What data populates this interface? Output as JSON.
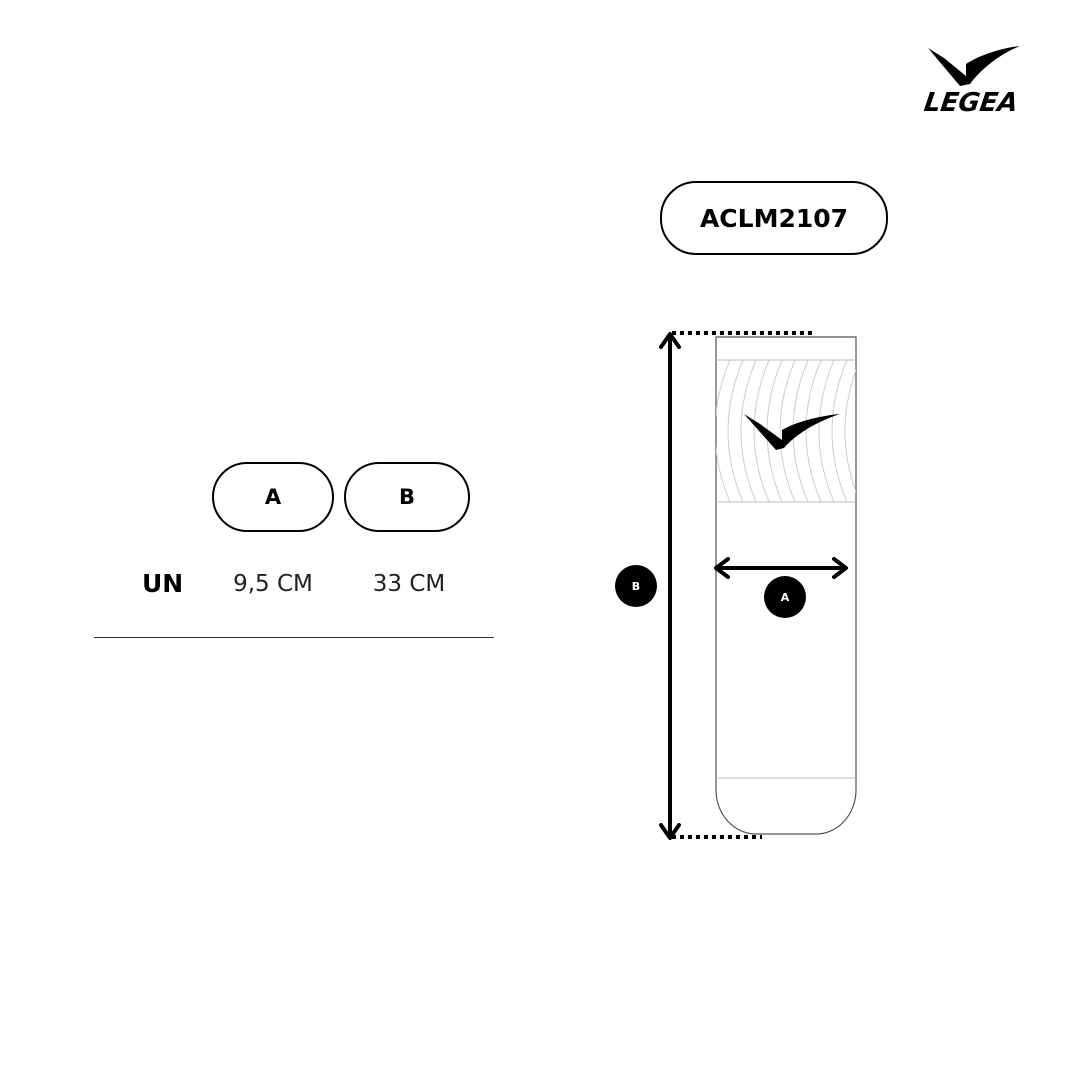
{
  "brand": {
    "name": "LEGEA",
    "logo_icon": "legea-v-icon"
  },
  "product": {
    "code": "ACLM2107"
  },
  "size_table": {
    "columns": [
      "A",
      "B"
    ],
    "rows": [
      {
        "size": "UN",
        "a": "9,5 CM",
        "b": "33 CM"
      }
    ]
  },
  "diagram": {
    "marker_a": "A",
    "marker_b": "B"
  },
  "colors": {
    "ink": "#000000",
    "outline": "#333333",
    "pattern": "#cccccc",
    "background": "#ffffff"
  }
}
